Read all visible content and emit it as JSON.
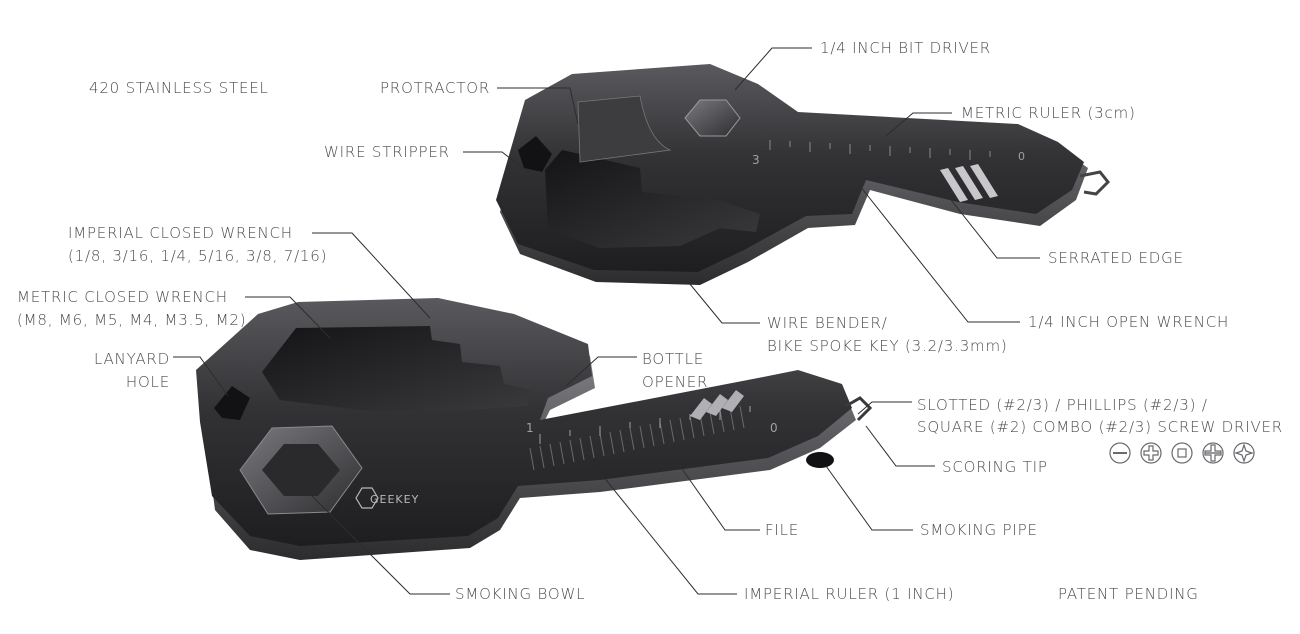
{
  "labels": {
    "steel": "420 STAINLESS STEEL",
    "protractor": "PROTRACTOR",
    "bit_driver": "1/4 INCH BIT DRIVER",
    "metric_ruler": "METRIC RULER (3cm)",
    "wire_stripper": "WIRE STRIPPER",
    "serrated_edge": "SERRATED EDGE",
    "imperial_wrench_title": "IMPERIAL CLOSED WRENCH",
    "imperial_wrench_sizes": "(1/8, 3/16, 1/4, 5/16, 3/8, 7/16)",
    "metric_wrench_title": "METRIC CLOSED WRENCH",
    "metric_wrench_sizes": "(M8, M6, M5, M4, M3.5, M2)",
    "wire_bender_line1": "WIRE BENDER/",
    "wire_bender_line2": "BIKE SPOKE KEY (3.2/3.3mm)",
    "open_wrench": "1/4 INCH OPEN WRENCH",
    "lanyard_line1": "LANYARD",
    "lanyard_line2": "HOLE",
    "bottle_line1": "BOTTLE",
    "bottle_line2": "OPENER",
    "screwdriver_line1": "SLOTTED (#2/3) / PHILLIPS (#2/3) /",
    "screwdriver_line2": "SQUARE (#2) COMBO (#2/3) SCREW DRIVER",
    "scoring_tip": "SCORING TIP",
    "file": "FILE",
    "smoking_pipe": "SMOKING PIPE",
    "smoking_bowl": "SMOKING BOWL",
    "imperial_ruler": "IMPERIAL RULER (1 INCH)",
    "patent": "PATENT PENDING"
  },
  "product": {
    "brand": "GEEKEY",
    "ruler_mark_metric": "3",
    "ruler_mark_metric_zero": "0",
    "ruler_mark_imperial": "1",
    "ruler_mark_imperial_zero": "0"
  },
  "screw_icons": [
    "slotted-icon",
    "phillips-icon",
    "square-icon",
    "combo-icon",
    "combo-phillips-icon"
  ],
  "colors": {
    "background": "#ffffff",
    "text": "#4d4d4d",
    "leader_line": "#2d2d2d",
    "metal_dark": "#2a2a2c",
    "metal_mid": "#4a4a4d",
    "metal_light": "#8a8a8e"
  }
}
